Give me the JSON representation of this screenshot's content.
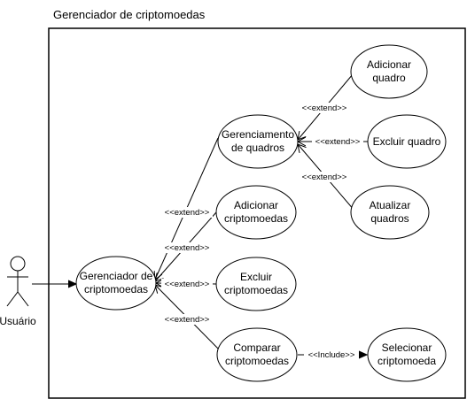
{
  "system": {
    "title": "Gerenciador de criptomoedas"
  },
  "actor": {
    "name": "Usuário"
  },
  "use_cases": {
    "gerenciador": [
      "Gerenciador de",
      "criptomoedas"
    ],
    "gerenciamento_quadros": [
      "Gerenciamento",
      "de quadros"
    ],
    "adicionar_cripto": [
      "Adicionar",
      "criptomoedas"
    ],
    "excluir_cripto": [
      "Excluir",
      "criptomoedas"
    ],
    "comparar_cripto": [
      "Comparar",
      "criptomoedas"
    ],
    "adicionar_quadro": [
      "Adicionar",
      "quadro"
    ],
    "excluir_quadro": [
      "Excluir quadro"
    ],
    "atualizar_quadros": [
      "Atualizar",
      "quadros"
    ],
    "selecionar_cripto": [
      "Selecionar",
      "criptomoeda"
    ]
  },
  "relations": {
    "extend": "<<extend>>",
    "include": "<<Include>>"
  },
  "colors": {
    "stroke": "#000000",
    "fill": "#ffffff"
  }
}
